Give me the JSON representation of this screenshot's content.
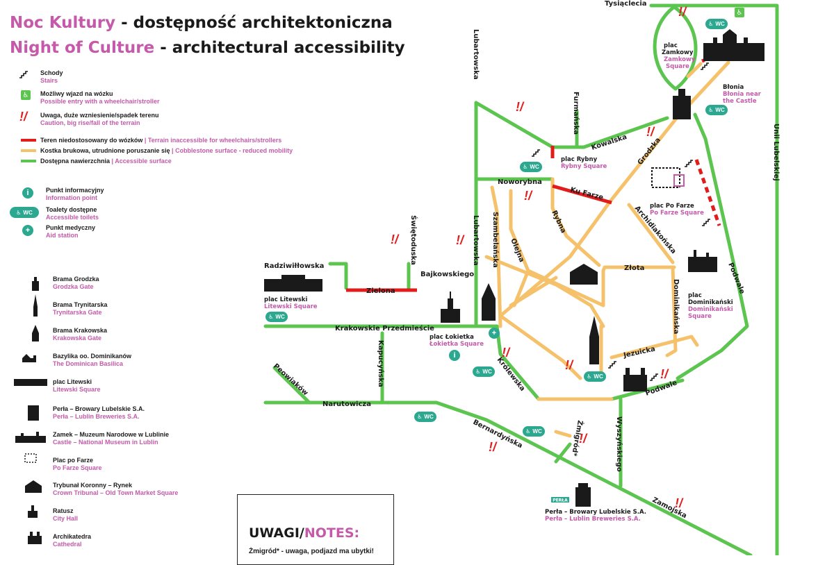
{
  "title": {
    "pl_highlight": "Noc Kultury",
    "pl_rest": " - dostępność architektoniczna",
    "en_highlight": "Night of Culture",
    "en_rest": " - architectural accessibility"
  },
  "legend": {
    "stairs": {
      "pl": "Schody",
      "en": "Stairs"
    },
    "wheelchair": {
      "pl": "Możliwy wjazd na wózku",
      "en": "Possible entry with a wheelchair/stroller"
    },
    "caution": {
      "pl": "Uwaga, duże wzniesienie/spadek terenu",
      "en": "Caution, big rise/fall of the terrain"
    },
    "inaccessible": {
      "pl": "Teren niedostosowany do wózków",
      "en": "| Terrain inaccessible for wheelchairs/strollers",
      "color": "#e21b1b"
    },
    "cobblestone": {
      "pl": "Kostka brukowa, utrudnione poruszanie się",
      "en": "| Cobblestone surface - reduced mobility",
      "color": "#f5c26b"
    },
    "accessible": {
      "pl": "Dostępna nawierzchnia",
      "en": "| Accessible surface",
      "color": "#5cc54f"
    },
    "info": {
      "pl": "Punkt informacyjny",
      "en": "Information point",
      "icon": "i"
    },
    "toilets": {
      "pl": "Toalety dostępne",
      "en": "Accessible toilets"
    },
    "aid": {
      "pl": "Punkt medyczny",
      "en": "Aid station",
      "icon": "+"
    },
    "landmarks": [
      {
        "pl": "Brama Grodzka",
        "en": "Grodzka Gate"
      },
      {
        "pl": "Brama Trynitarska",
        "en": "Trynitarska Gate"
      },
      {
        "pl": "Brama Krakowska",
        "en": "Krakowska Gate"
      },
      {
        "pl": "Bazylika oo. Dominikanów",
        "en": "The Dominican Basilica"
      },
      {
        "pl": "plac Litewski",
        "en": "Litewski Square"
      },
      {
        "pl": "Perła – Browary Lubelskie S.A.",
        "en": "Perła – Lublin Breweries S.A."
      },
      {
        "pl": "Zamek – Muzeum Narodowe w Lublinie",
        "en": "Castle – National Museum in Lublin"
      },
      {
        "pl": "Plac po Farze",
        "en": "Po Farze Square"
      },
      {
        "pl": "Trybunał Koronny – Rynek",
        "en": "Crown Tribunal – Old Town Market Square"
      },
      {
        "pl": "Ratusz",
        "en": "City Hall"
      },
      {
        "pl": "Archikatedra",
        "en": "Cathedral"
      }
    ]
  },
  "wc_label": "WC",
  "wheelchair_icon": "♿",
  "streets": {
    "tysiaclecia": "Tysiąclecia",
    "lubartowska": "Lubartowska",
    "furmanska": "Furmańska",
    "kowalska": "Kowalska",
    "grodzka": "Grodzka",
    "noworybna": "Noworybna",
    "ku_farze": "Ku Farze",
    "rybna": "Rybna",
    "archidiakonska": "Archidiakońska",
    "unii_lubelskiej": "Unii Lubelskiej",
    "swietoduska": "Świętoduska",
    "szambelanska": "Szambelańska",
    "olejna": "Olejna",
    "zlota": "Złota",
    "podwale": "Podwale",
    "radziwillowska": "Radziwiłłowska",
    "bajkowskiego": "Bajkowskiego",
    "zielona": "Zielona",
    "dominikanska": "Dominikańska",
    "krakowskie_przedmiescie": "Krakowskie Przedmieście",
    "jezuicka": "Jezuicka",
    "kapucynska": "Kapucyńska",
    "krolewska": "Królewska",
    "peowiakow": "Peowiaków",
    "narutowicza": "Narutowicza",
    "bernardynska": "Bernardyńska",
    "zmigrod": "Żmigród*",
    "wyszynskiego": "Wyszyńskiego",
    "zamojska": "Zamojska"
  },
  "places": {
    "zamkowy": {
      "pl1": "plac",
      "pl2": "Zamkowy",
      "en1": "Zamkowy",
      "en2": "Square"
    },
    "blonia": {
      "pl": "Błonia",
      "en1": "Błonia near",
      "en2": "the Castle"
    },
    "rybny": {
      "pl": "plac Rybny",
      "en": "Rybny Square"
    },
    "po_farze": {
      "pl": "plac Po Farze",
      "en": "Po Farze Square"
    },
    "dominikanski": {
      "pl1": "plac",
      "pl2": "Dominikański",
      "en1": "Dominikański",
      "en2": "Square"
    },
    "litewski": {
      "pl": "plac Litewski",
      "en": "Litewski Square"
    },
    "lokietka": {
      "pl": "plac Łokietka",
      "en": "Łokietka Square"
    },
    "perla": {
      "pl": "Perła – Browary Lubelskie S.A.",
      "en": "Perła – Lublin Breweries S.A.",
      "badge": "PERŁA"
    }
  },
  "notes": {
    "title_dark": "UWAGI/",
    "title_pink": "NOTES:",
    "text": "Żmigród* - uwaga, podjazd ma ubytki!"
  }
}
